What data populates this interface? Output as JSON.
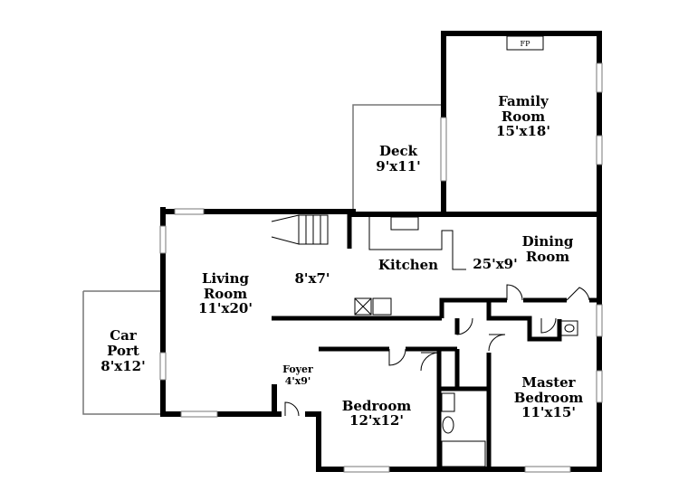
{
  "rooms": {
    "family_room": {
      "name": "Family Room",
      "line1": "Family",
      "line2": "Room",
      "size": "15'x18'"
    },
    "deck": {
      "name": "Deck",
      "size": "9'x11'"
    },
    "kitchen": {
      "name": "Kitchen"
    },
    "dining_room": {
      "line1": "Dining",
      "line2": "Room",
      "size": "25'x9'"
    },
    "living_room": {
      "line1": "Living",
      "line2": "Room",
      "size": "11'x20'"
    },
    "nook": {
      "size": "8'x7'"
    },
    "car_port": {
      "line1": "Car",
      "line2": "Port",
      "size": "8'x12'"
    },
    "foyer": {
      "name": "Foyer",
      "size": "4'x9'"
    },
    "bedroom": {
      "name": "Bedroom",
      "size": "12'x12'"
    },
    "master_bedroom": {
      "line1": "Master",
      "line2": "Bedroom",
      "size": "11'x15'"
    }
  },
  "fixtures": {
    "fireplace": "FP"
  }
}
